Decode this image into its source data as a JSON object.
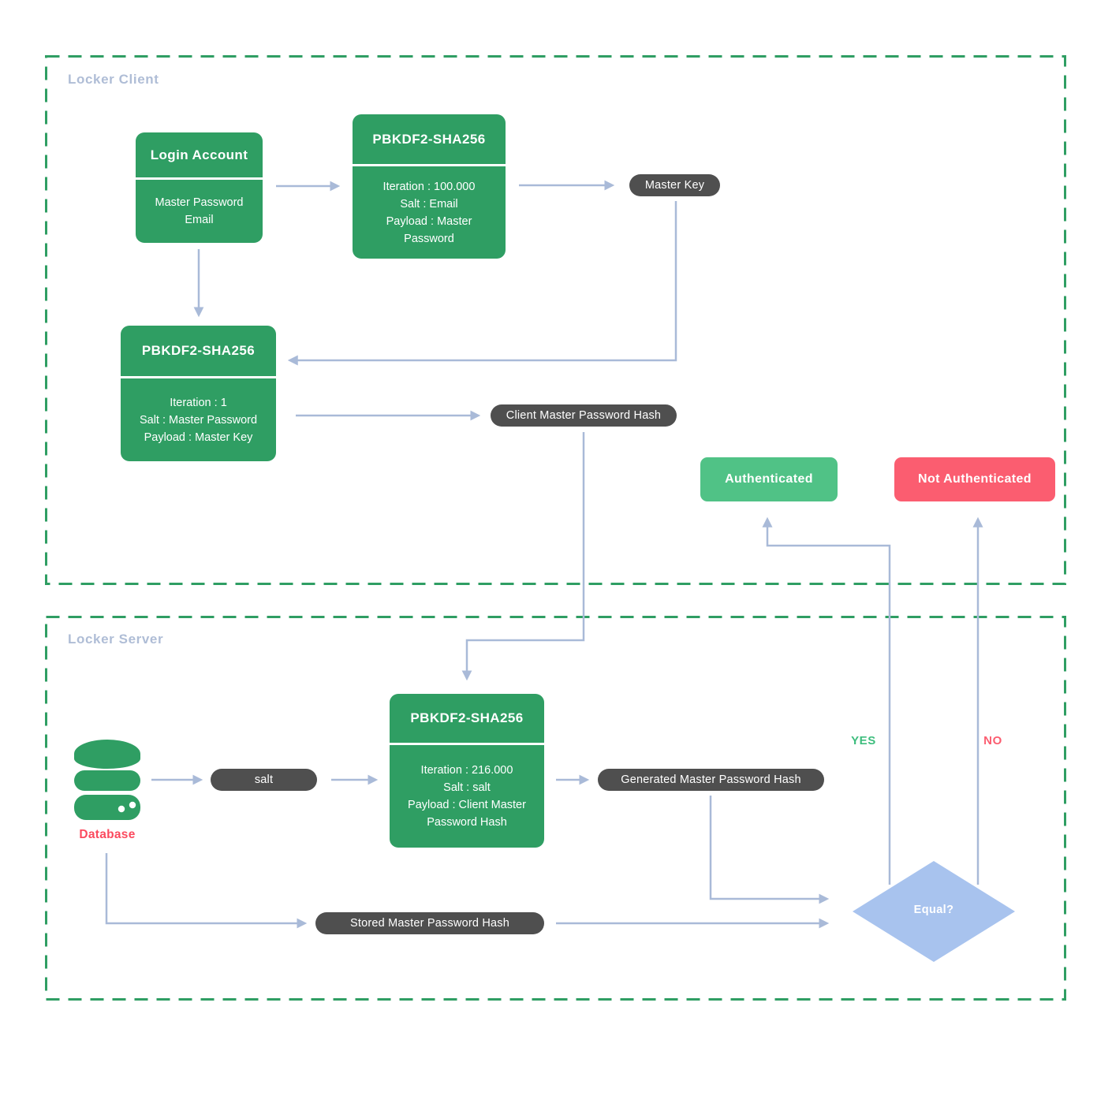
{
  "regions": {
    "client": {
      "label": "Locker Client"
    },
    "server": {
      "label": "Locker Server"
    }
  },
  "nodes": {
    "login_account": {
      "title": "Login Account",
      "line1": "Master Password",
      "line2": "Email"
    },
    "kdf_client_email": {
      "title": "PBKDF2-SHA256",
      "line1": "Iteration : 100.000",
      "line2": "Salt : Email",
      "line3": "Payload : Master Password"
    },
    "kdf_client_local": {
      "title": "PBKDF2-SHA256",
      "line1": "Iteration : 1",
      "line2": "Salt : Master Password",
      "line3": "Payload : Master Key"
    },
    "kdf_server": {
      "title": "PBKDF2-SHA256",
      "line1": "Iteration : 216.000",
      "line2": "Salt : salt",
      "line3": "Payload : Client Master Password Hash"
    }
  },
  "pills": {
    "master_key": "Master Key",
    "client_hash": "Client Master Password Hash",
    "salt": "salt",
    "generated_hash": "Generated Master Password Hash",
    "stored_hash": "Stored Master Password Hash"
  },
  "outcomes": {
    "authenticated": "Authenticated",
    "not_authenticated": "Not Authenticated"
  },
  "decision": {
    "label": "Equal?",
    "yes": "YES",
    "no": "NO"
  },
  "database_label": "Database",
  "colors": {
    "node_green": "#2F9E63",
    "pill_dark": "#4F4F4F",
    "authenticated_green": "#50C286",
    "not_authenticated_red": "#FB5D70",
    "diamond_blue": "#A8C3EE",
    "connector_blue": "#A9BAD8",
    "boundary_green": "#2F9E63",
    "region_label_blue": "#AFBDD6",
    "yes_green": "#3DBD7D",
    "no_red": "#FB5D70",
    "database_red": "#FB4A5E"
  }
}
